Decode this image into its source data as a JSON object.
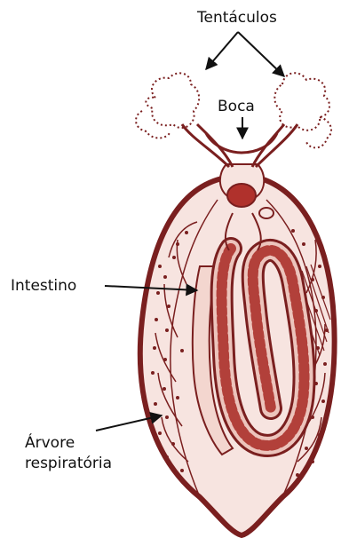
{
  "labels": {
    "tentacles": "Tentáculos",
    "mouth": "Boca",
    "intestine": "Intestino",
    "tree_line1": "Árvore",
    "tree_line2": "respiratória"
  },
  "colors": {
    "outline": "#7a1f1f",
    "body_fill": "#f7e4e0",
    "intestine_fill": "#ecc4bc",
    "intestine_spots": "#b2403a",
    "organ": "#b0312c"
  }
}
